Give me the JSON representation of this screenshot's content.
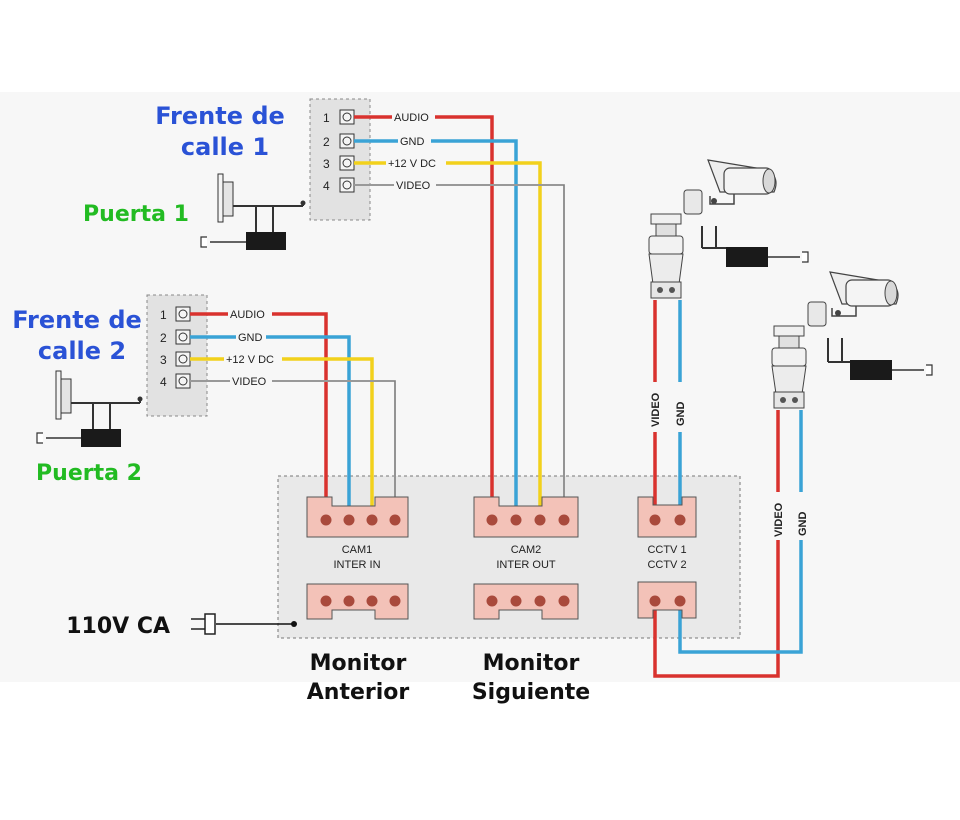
{
  "labels": {
    "frente1_line1": "Frente de",
    "frente1_line2": "calle 1",
    "puerta1": "Puerta 1",
    "frente2_line1": "Frente de",
    "frente2_line2": "calle 2",
    "puerta2": "Puerta 2",
    "power_in": "110V CA",
    "monitor_prev_line1": "Monitor",
    "monitor_prev_line2": "Anterior",
    "monitor_next_line1": "Monitor",
    "monitor_next_line2": "Siguiente"
  },
  "terminal_block": {
    "numbers": [
      "1",
      "2",
      "3",
      "4"
    ],
    "signals": [
      "AUDIO",
      "GND",
      "+12 V DC",
      "VIDEO"
    ]
  },
  "connectors": {
    "cam1_line1": "CAM1",
    "cam1_line2": "INTER IN",
    "cam2_line1": "CAM2",
    "cam2_line2": "INTER OUT",
    "cctv1": "CCTV 1",
    "cctv2": "CCTV 2"
  },
  "camera_cable": {
    "video": "VIDEO",
    "gnd": "GND"
  },
  "colors": {
    "audio": "#d9322e",
    "gnd": "#3aa3d6",
    "power": "#f2d11c",
    "video": "#b0b0b0",
    "frente_text": "#2a52d6",
    "puerta_text": "#22bb22",
    "connector_fill": "#f3c2b8",
    "panel_fill": "#ececec"
  }
}
